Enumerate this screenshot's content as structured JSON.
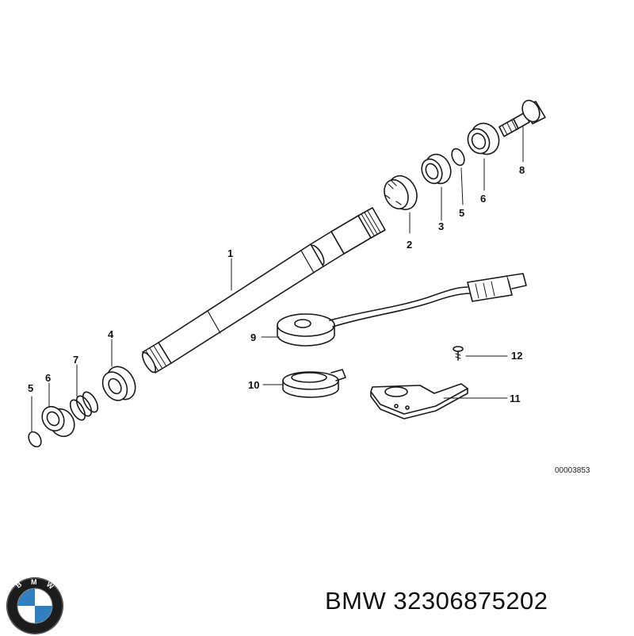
{
  "callouts": {
    "c1": "1",
    "c2": "2",
    "c3": "3",
    "c4": "4",
    "c5_left": "5",
    "c5_right": "5",
    "c6_left": "6",
    "c6_right": "6",
    "c7": "7",
    "c8": "8",
    "c9": "9",
    "c10": "10",
    "c11": "11",
    "c12": "12"
  },
  "drawing_number": "00003853",
  "footer": {
    "brand": "BMW",
    "part_number": "32306875202",
    "logo_letters": [
      "B",
      "M",
      "W"
    ]
  },
  "colors": {
    "line": "#1a1a1a",
    "logo_blue": "#2f7fc1",
    "logo_ring": "#1c1c1c"
  }
}
